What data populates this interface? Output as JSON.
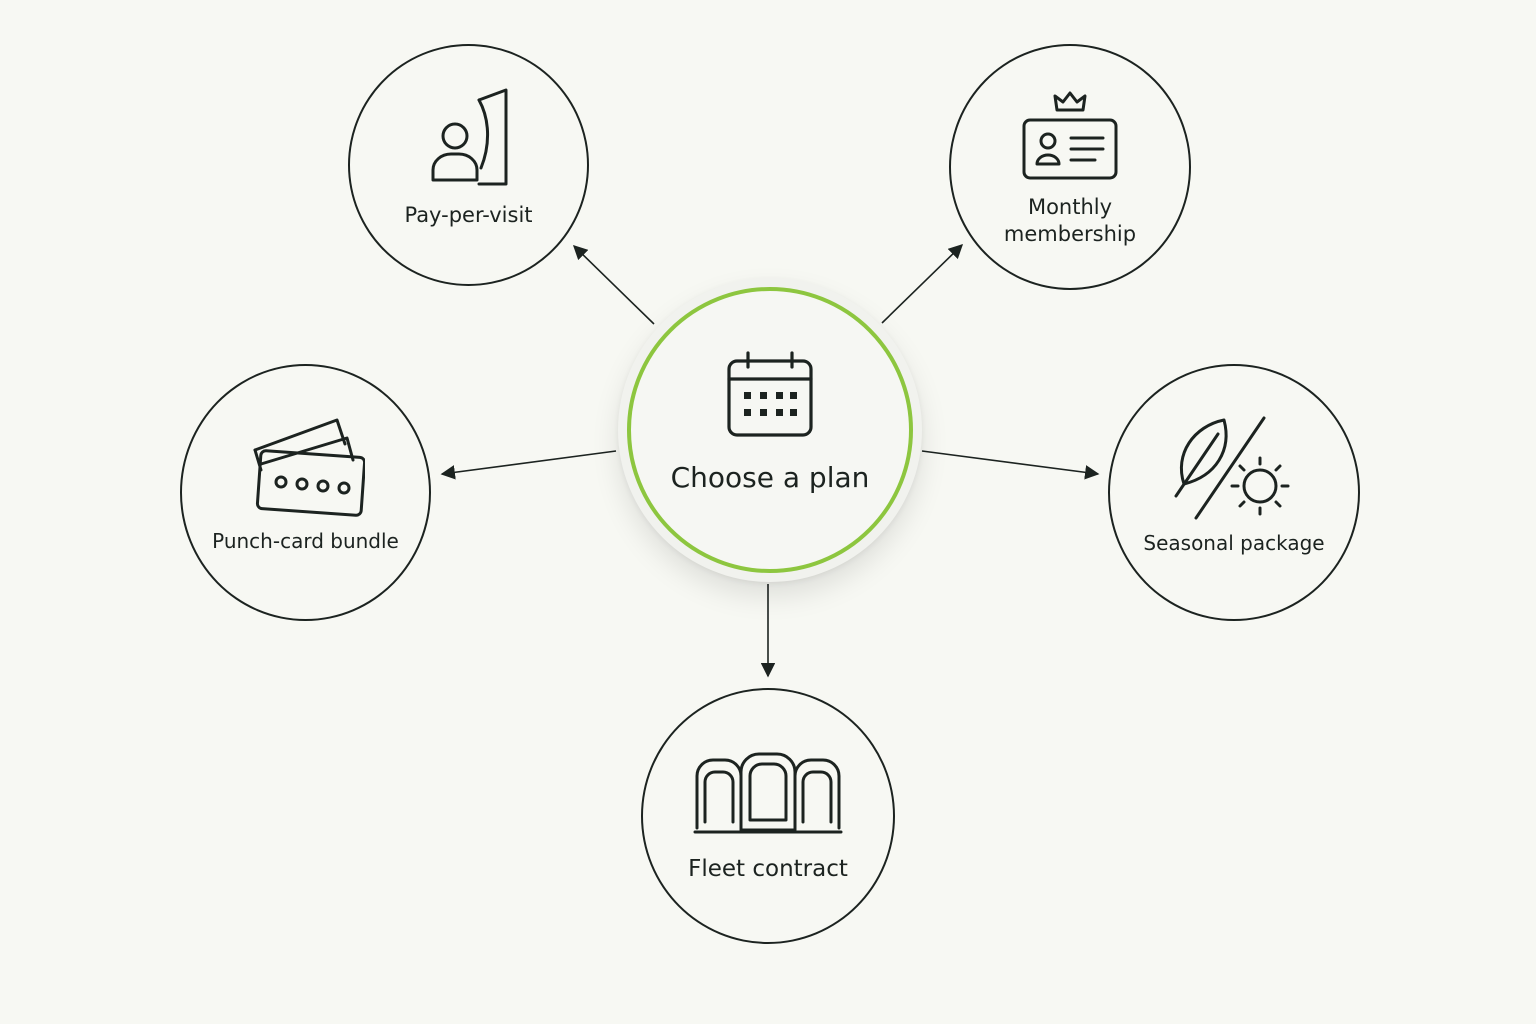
{
  "center": {
    "label": "Choose a plan",
    "icon": "calendar-icon",
    "accent_color": "#8dc63f"
  },
  "options": {
    "pay_per_visit": {
      "label": "Pay-per-visit",
      "icon": "person-door-icon"
    },
    "monthly_membership": {
      "label": "Monthly\nmembership",
      "icon": "membership-card-crown-icon"
    },
    "punch_card_bundle": {
      "label": "Punch-card bundle",
      "icon": "punch-cards-icon"
    },
    "seasonal_package": {
      "label": "Seasonal package",
      "icon": "leaf-sun-icon"
    },
    "fleet_contract": {
      "label": "Fleet contract",
      "icon": "fleet-vehicles-icon"
    }
  },
  "colors": {
    "stroke": "#1c2320",
    "background": "#f7f8f3"
  }
}
